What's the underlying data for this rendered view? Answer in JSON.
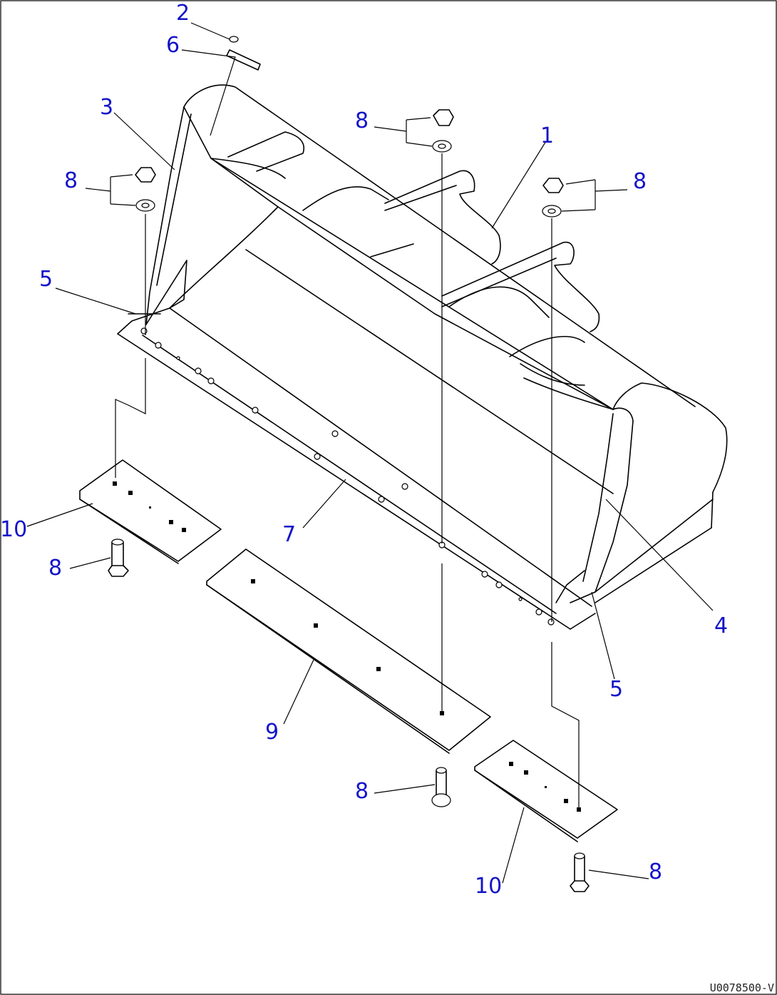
{
  "drawing": {
    "code": "U0078500-V",
    "callouts": [
      {
        "id": "c2",
        "label": "2"
      },
      {
        "id": "c6",
        "label": "6"
      },
      {
        "id": "c3",
        "label": "3"
      },
      {
        "id": "c8a",
        "label": "8"
      },
      {
        "id": "c8b",
        "label": "8"
      },
      {
        "id": "c1",
        "label": "1"
      },
      {
        "id": "c8c",
        "label": "8"
      },
      {
        "id": "c5a",
        "label": "5"
      },
      {
        "id": "c10a",
        "label": "10"
      },
      {
        "id": "c8d",
        "label": "8"
      },
      {
        "id": "c7",
        "label": "7"
      },
      {
        "id": "c4",
        "label": "4"
      },
      {
        "id": "c5b",
        "label": "5"
      },
      {
        "id": "c9",
        "label": "9"
      },
      {
        "id": "c8e",
        "label": "8"
      },
      {
        "id": "c10b",
        "label": "10"
      },
      {
        "id": "c8f",
        "label": "8"
      }
    ]
  }
}
